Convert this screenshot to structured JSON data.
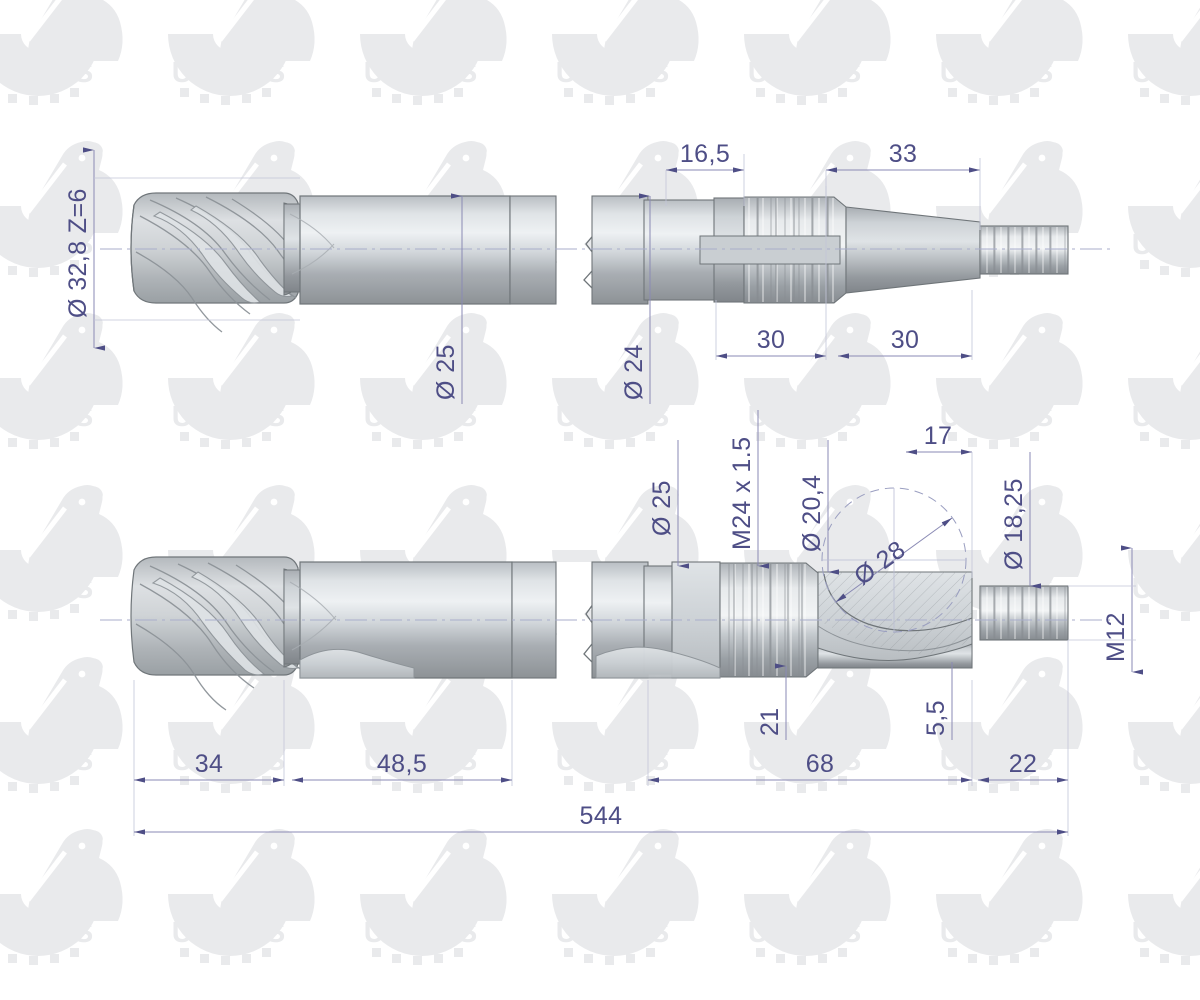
{
  "drawing": {
    "title": "Shaft / worm gear assembly engineering drawing",
    "watermark_text": "URSUS",
    "watermark_logo": "bear-logo",
    "colors": {
      "dimension": "#4e4e86",
      "dimension_line": "#8a8ab4",
      "part_light": "#e8ebee",
      "part_mid": "#c3c8cc",
      "part_dark": "#8f9498",
      "outline": "#6c7276",
      "background": "#ffffff"
    },
    "views": [
      {
        "id": "upper-view",
        "name": "upper-shaft-view"
      },
      {
        "id": "lower-view",
        "name": "lower-shaft-section-view"
      }
    ]
  },
  "dimensions": {
    "upper": [
      {
        "id": "d-32-8-z6",
        "label": "Ø 32,8  Z=6",
        "orientation": "vertical",
        "name": "dimension-diameter-32-8-z6"
      },
      {
        "id": "d-25-upper",
        "label": "Ø 25",
        "orientation": "vertical",
        "name": "dimension-diameter-25-upper"
      },
      {
        "id": "d-24",
        "label": "Ø 24",
        "orientation": "vertical",
        "name": "dimension-diameter-24"
      },
      {
        "id": "d-16-5",
        "label": "16,5",
        "orientation": "horizontal",
        "name": "dimension-length-16-5"
      },
      {
        "id": "d-33",
        "label": "33",
        "orientation": "horizontal",
        "name": "dimension-length-33"
      },
      {
        "id": "d-30a",
        "label": "30",
        "orientation": "horizontal",
        "name": "dimension-length-30-a"
      },
      {
        "id": "d-30b",
        "label": "30",
        "orientation": "horizontal",
        "name": "dimension-length-30-b"
      }
    ],
    "lower": [
      {
        "id": "d-25-lower",
        "label": "Ø 25",
        "orientation": "vertical",
        "name": "dimension-diameter-25-lower"
      },
      {
        "id": "d-m24",
        "label": "M24 x 1.5",
        "orientation": "vertical",
        "name": "dimension-thread-m24x1-5"
      },
      {
        "id": "d-20-4",
        "label": "Ø 20,4",
        "orientation": "vertical",
        "name": "dimension-diameter-20-4"
      },
      {
        "id": "d-28",
        "label": "Ø 28",
        "orientation": "diagonal",
        "name": "dimension-diameter-28"
      },
      {
        "id": "d-17",
        "label": "17",
        "orientation": "horizontal",
        "name": "dimension-length-17"
      },
      {
        "id": "d-18-25",
        "label": "Ø 18,25",
        "orientation": "vertical",
        "name": "dimension-diameter-18-25"
      },
      {
        "id": "d-m12",
        "label": "M12",
        "orientation": "vertical",
        "name": "dimension-thread-m12"
      },
      {
        "id": "d-21",
        "label": "21",
        "orientation": "vertical",
        "name": "dimension-length-21"
      },
      {
        "id": "d-5-5",
        "label": "5,5",
        "orientation": "vertical",
        "name": "dimension-length-5-5"
      },
      {
        "id": "d-34",
        "label": "34",
        "orientation": "horizontal",
        "name": "dimension-length-34"
      },
      {
        "id": "d-48-5",
        "label": "48,5",
        "orientation": "horizontal",
        "name": "dimension-length-48-5"
      },
      {
        "id": "d-68",
        "label": "68",
        "orientation": "horizontal",
        "name": "dimension-length-68"
      },
      {
        "id": "d-22",
        "label": "22",
        "orientation": "horizontal",
        "name": "dimension-length-22"
      },
      {
        "id": "d-544",
        "label": "544",
        "orientation": "horizontal",
        "name": "dimension-overall-length-544"
      }
    ]
  }
}
